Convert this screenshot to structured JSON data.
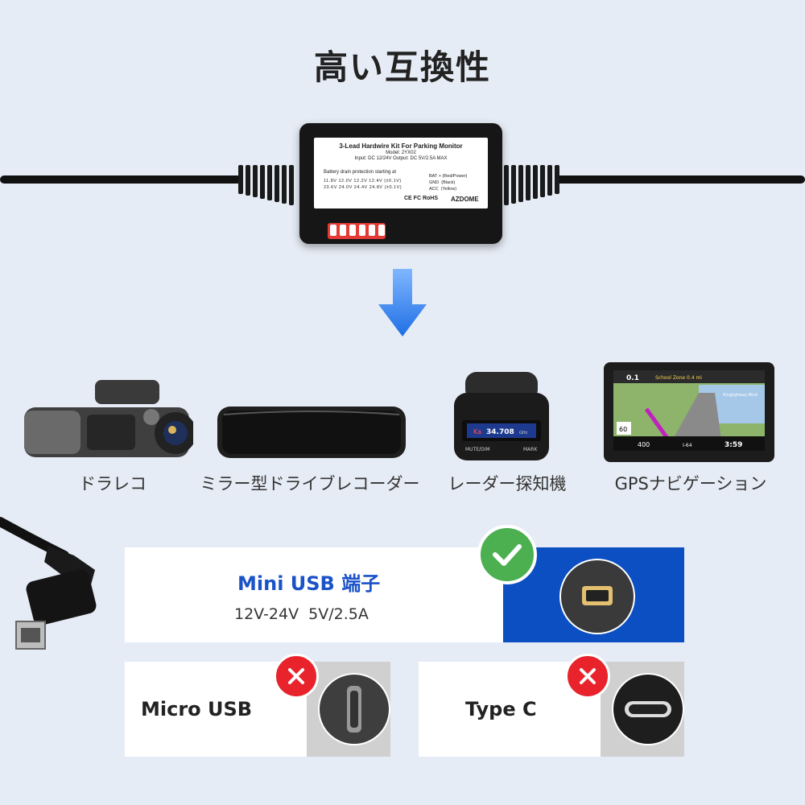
{
  "title": "高い互換性",
  "hardwire_kit": {
    "label_title": "3-Lead Hardwire Kit For Parking Monitor",
    "model": "Model: 2YX02",
    "io": "Input: DC 12/24V   Output: DC 5V/2.5A MAX",
    "drain_text": "Battery drain protection starting at",
    "volt_row1": "11.8V  12.0V  12.2V  12.4V  (±0.1V)",
    "volt_row2": "23.6V  24.0V  24.4V  24.8V  (±0.1V)",
    "wires": "BAT + (Red/Power)\nGND  (Black)\nACC  (Yellow)",
    "certs": "CE FC RoHS",
    "brand": "AZDOME"
  },
  "devices": [
    {
      "label": "ドラレコ",
      "icon": "dashcam-icon"
    },
    {
      "label": "ミラー型ドライブレコーダー",
      "icon": "mirror-recorder-icon"
    },
    {
      "label": "レーダー探知機",
      "icon": "radar-detector-icon"
    },
    {
      "label": "GPSナビゲーション",
      "icon": "gps-navigation-icon"
    }
  ],
  "radar_display": {
    "band": "Ka",
    "freq": "34.708",
    "unit": "GHz",
    "left_btn": "MUTE/DIM",
    "right_btn": "MARK"
  },
  "gps_display": {
    "speed": "0.1",
    "zone": "School Zone 0.4 mi",
    "sign": "Kinglighway Blvd",
    "limit": "60",
    "dist": "400",
    "time": "3:59",
    "road": "I-64"
  },
  "compat": {
    "mini": {
      "title": "Mini USB 端子",
      "spec": "12V-24V  5V/2.5A",
      "status": "ok"
    },
    "micro": {
      "title": "Micro USB",
      "status": "ng"
    },
    "typec": {
      "title": "Type C",
      "status": "ng"
    }
  },
  "colors": {
    "accent_blue": "#0c4fc2",
    "ok_green": "#4caf50",
    "ng_red": "#e8232c",
    "background": "#e6ecf5"
  }
}
